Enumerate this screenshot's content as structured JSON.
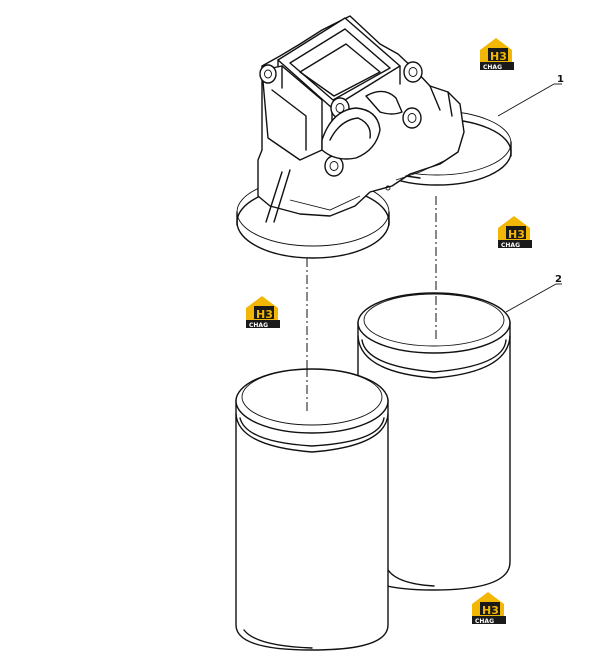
{
  "callouts": [
    {
      "label": "1"
    },
    {
      "label": "2"
    }
  ],
  "logo": {
    "big": "H3",
    "small": "CHAG",
    "accent": "#F2B705",
    "dark": "#1a1a1a"
  }
}
